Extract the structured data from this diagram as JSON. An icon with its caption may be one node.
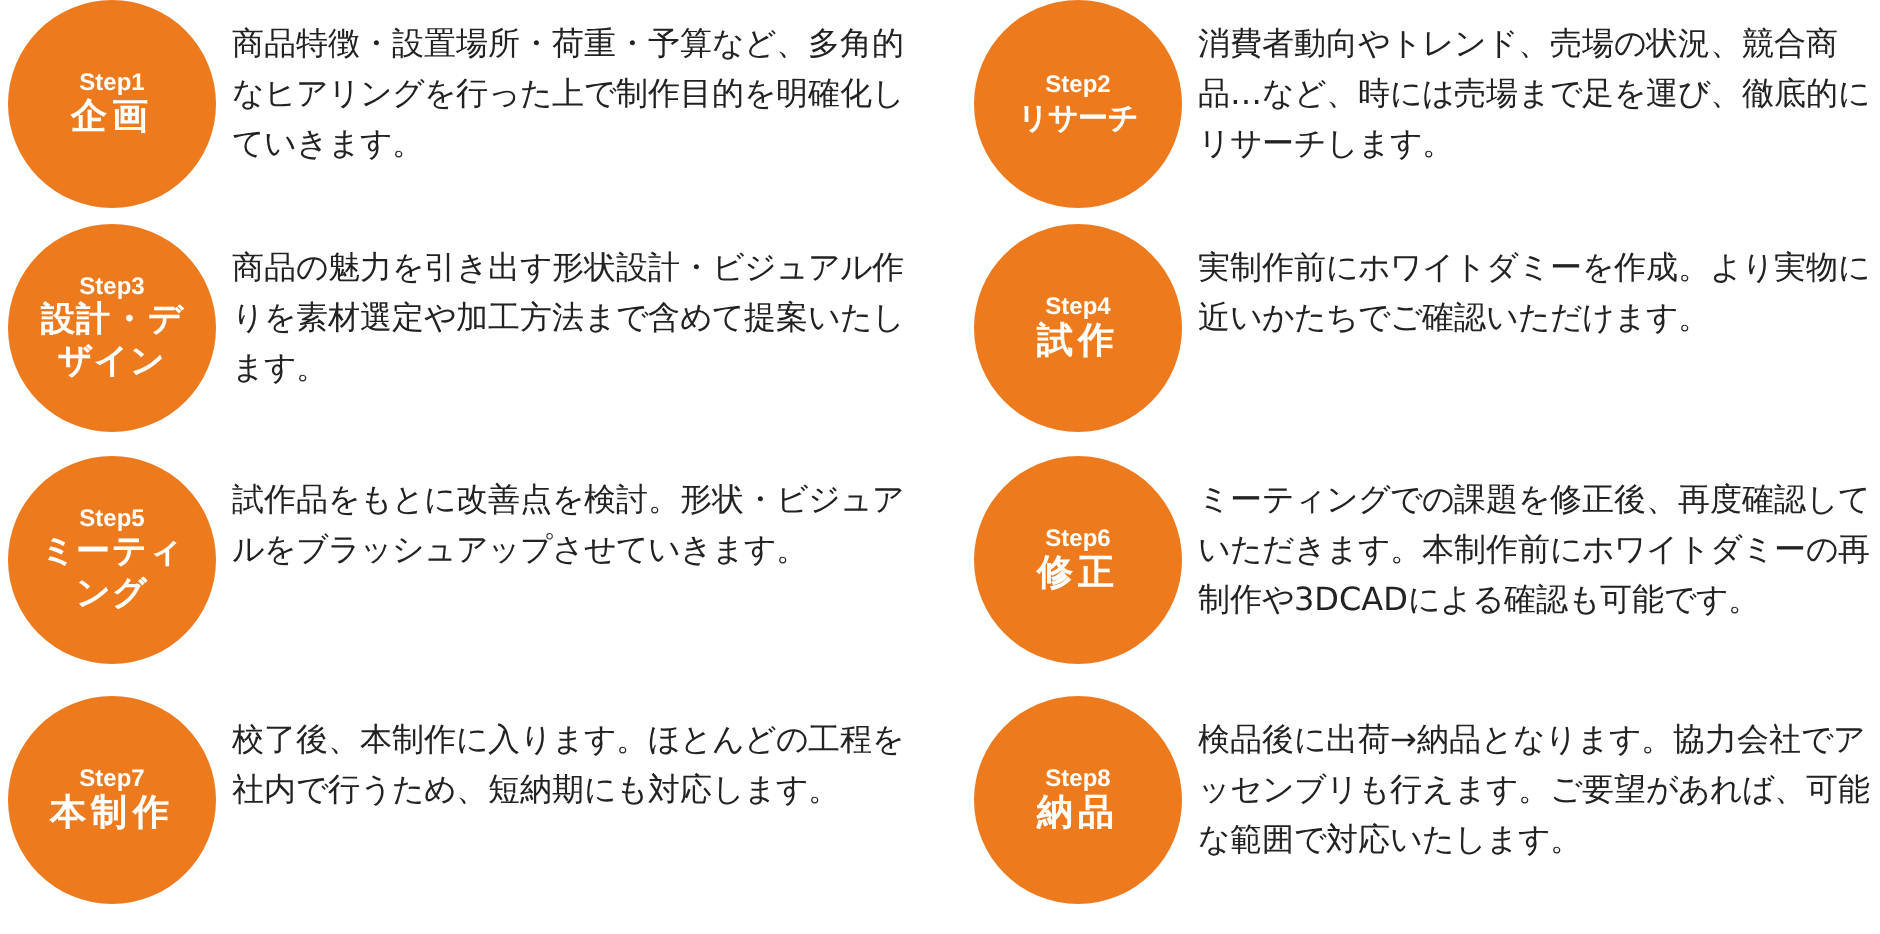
{
  "diagram": {
    "nodes": [
      {
        "text": [
          "Step1",
          "企画"
        ],
        "beside": [
          "商品特徴・設置場所・荷重・予算など、多角的なヒアリングを行った上で制作目的を明確化していきます。"
        ]
      },
      {
        "text": [
          "Step2",
          "リサーチ"
        ],
        "beside": [
          "消費者動向やトレンド、売場の状況、競合商品…など、時には売場まで足を運び、徹底的にリサーチします。"
        ]
      },
      {
        "text": [
          "Step3",
          "設計・デザイン"
        ],
        "beside": [
          "商品の魅力を引き出す形状設計・ビジュアル作りを素材選定や加工方法まで含めて提案いたします。"
        ]
      },
      {
        "text": [
          "Step4",
          "試作"
        ],
        "beside": [
          "実制作前にホワイトダミーを作成。より実物に近いかたちでご確認いただけます。"
        ]
      },
      {
        "text": [
          "Step5",
          "ミーティング"
        ],
        "beside": [
          "試作品をもとに改善点を検討。形状・ビジュアルをブラッシュアップさせていきます。"
        ]
      },
      {
        "text": [
          "Step6",
          "修正"
        ],
        "beside": [
          "ミーティングでの課題を修正後、再度確認していただきます。本制作前にホワイトダミーの再制作や3DCADによる確認も可能です。"
        ]
      },
      {
        "text": [
          "Step7",
          "本制作"
        ],
        "beside": [
          "校了後、本制作に入ります。ほとんどの工程を社内で行うため、短納期にも対応します。"
        ]
      },
      {
        "text": [
          "Step8",
          "納品"
        ],
        "beside": [
          "検品後に出荷→納品となります。協力会社でアッセンブリも行えます。ご要望があれば、可能な範囲で対応いたします。"
        ]
      }
    ]
  }
}
